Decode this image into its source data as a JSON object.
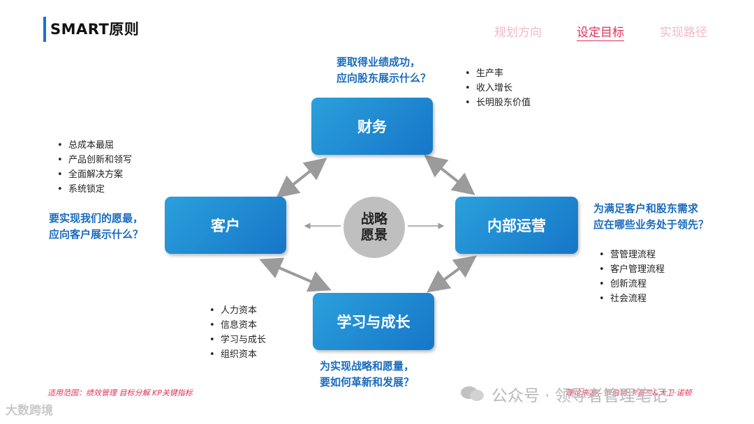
{
  "header": {
    "title": "SMART原则",
    "nav": [
      "规划方向",
      "设定目标",
      "实现路径"
    ]
  },
  "center": {
    "line1": "战略",
    "line2": "愿景"
  },
  "boxes": {
    "finance": "财务",
    "customer": "客户",
    "internal": "内部运营",
    "learning": "学习与成长"
  },
  "questions": {
    "finance": [
      "要取得业绩成功，",
      "应向股东展示什么？"
    ],
    "customer": [
      "要实现我们的愿最，",
      "应向客户展示什么？"
    ],
    "internal": [
      "为满足客户和股东需求",
      "应在哪些业务处于领先？"
    ],
    "learning": [
      "为实现战略和愿量，",
      "要如何革新和发展？"
    ]
  },
  "bullets": {
    "finance": [
      "生产率",
      "收入增长",
      "长明股东价值"
    ],
    "customer": [
      "总成本最屈",
      "产品创新和领写",
      "全面解决方案",
      "系统锁定"
    ],
    "internal": [
      "营管理流程",
      "客户管理流程",
      "创新流程",
      "社会流程"
    ],
    "learning": [
      "人力资本",
      "信息资本",
      "学习与成长",
      "组织资本"
    ]
  },
  "footer": {
    "scope": "适用范国：绩效管理 目标分解 KP关键指标",
    "note": "理论来源：罗伯特·卡普兰&大卫·诺顿",
    "watermark_left": "大数跨境",
    "watermark_right": "公众号 · 领导者管理笔记"
  },
  "colors": {
    "accent": "#1f6fd1",
    "question": "#1a6bbd",
    "highlight": "#e0315a",
    "box": "#1b86d3"
  }
}
